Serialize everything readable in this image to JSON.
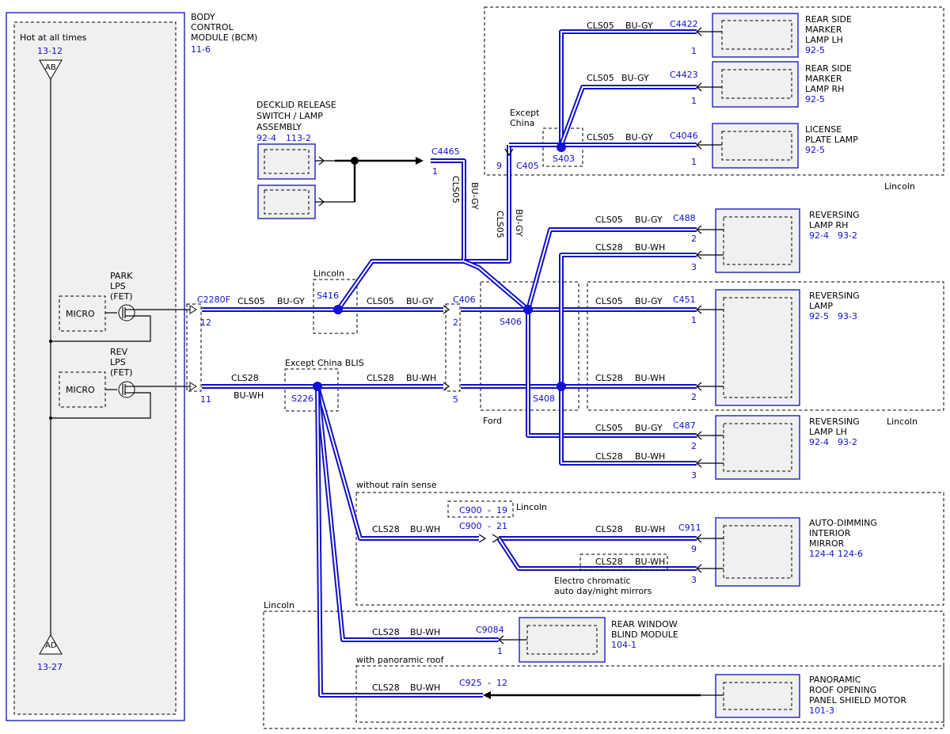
{
  "colors": {
    "wire": "#1010c8",
    "label_blue": "#1010d0",
    "box_fill": "#f0f0f0"
  },
  "bcm": {
    "hot_label": "Hot at all times",
    "ref_top": "13-12",
    "node_top": "AB",
    "node_bottom": "AD",
    "ref_bottom": "13-27",
    "title_lines": [
      "BODY",
      "CONTROL",
      "MODULE (BCM)"
    ],
    "title_ref": "11-6",
    "micro_label": "MICRO",
    "park_label": [
      "PARK",
      "LPS",
      "(FET)"
    ],
    "rev_label": [
      "REV",
      "LPS",
      "(FET)"
    ]
  },
  "decklid": {
    "title_lines": [
      "DECKLID RELEASE",
      "SWITCH / LAMP",
      "ASSEMBLY"
    ],
    "refs": [
      "92-4",
      "113-2"
    ],
    "connector": "C4465",
    "pin": "1"
  },
  "wires": {
    "cls05": "CLS05",
    "cls28": "CLS28",
    "bu_gy": "BU-GY",
    "bu_wh": "BU-WH"
  },
  "connectors": {
    "c2280f": "C2280F",
    "c2280f_pin12": "12",
    "c2280f_pin11": "11",
    "c406": "C406",
    "c406_pin2": "2",
    "c406_pin5": "5",
    "c405": "C405",
    "c405_pin": "9",
    "c4422": "C4422",
    "c4423": "C4423",
    "c4046": "C4046",
    "c488": "C488",
    "c451": "C451",
    "c487": "C487",
    "c911": "C911",
    "c900": "C900",
    "c900_pin19": "19",
    "c900_pin21": "21",
    "c9084": "C9084",
    "c925": "C925",
    "c925_pin": "12",
    "dash": "-"
  },
  "splices": {
    "s416": "S416",
    "s406": "S406",
    "s408": "S408",
    "s403": "S403",
    "s226": "S226"
  },
  "regions": {
    "lincoln": "Lincoln",
    "ford": "Ford",
    "except_china": [
      "Except",
      "China"
    ],
    "except_china_blis": "Except China BLIS",
    "without_rain_sense": "without rain sense",
    "with_panoramic_roof": "with panoramic roof",
    "electro_chromatic": [
      "Electro chromatic",
      "auto day/night mirrors"
    ]
  },
  "components": {
    "rear_marker_lh": {
      "lines": [
        "REAR SIDE",
        "MARKER",
        "LAMP LH"
      ],
      "refs": [
        "92-5"
      ],
      "pin": "1"
    },
    "rear_marker_rh": {
      "lines": [
        "REAR SIDE",
        "MARKER",
        "LAMP RH"
      ],
      "refs": [
        "92-5"
      ],
      "pin": "1"
    },
    "license_plate": {
      "lines": [
        "LICENSE",
        "PLATE LAMP"
      ],
      "refs": [
        "92-5"
      ],
      "pin": "1"
    },
    "reversing_rh": {
      "lines": [
        "REVERSING",
        "LAMP RH"
      ],
      "refs": [
        "92-4",
        "93-2"
      ],
      "pins": [
        "2",
        "3"
      ]
    },
    "reversing": {
      "lines": [
        "REVERSING",
        "LAMP"
      ],
      "refs": [
        "92-5",
        "93-3"
      ],
      "pins": [
        "1",
        "2"
      ]
    },
    "reversing_lh": {
      "lines": [
        "REVERSING",
        "LAMP LH"
      ],
      "refs": [
        "92-4",
        "93-2"
      ],
      "pins": [
        "2",
        "3"
      ]
    },
    "mirror": {
      "lines": [
        "AUTO-DIMMING",
        "INTERIOR",
        "MIRROR"
      ],
      "refs": [
        "124-4",
        "124-6"
      ],
      "pins": [
        "9",
        "3"
      ]
    },
    "blind": {
      "lines": [
        "REAR WINDOW",
        "BLIND MODULE"
      ],
      "refs": [
        "104-1"
      ],
      "pin": "1"
    },
    "roof": {
      "lines": [
        "PANORAMIC",
        "ROOF OPENING",
        "PANEL SHIELD MOTOR"
      ],
      "refs": [
        "101-3"
      ]
    }
  }
}
